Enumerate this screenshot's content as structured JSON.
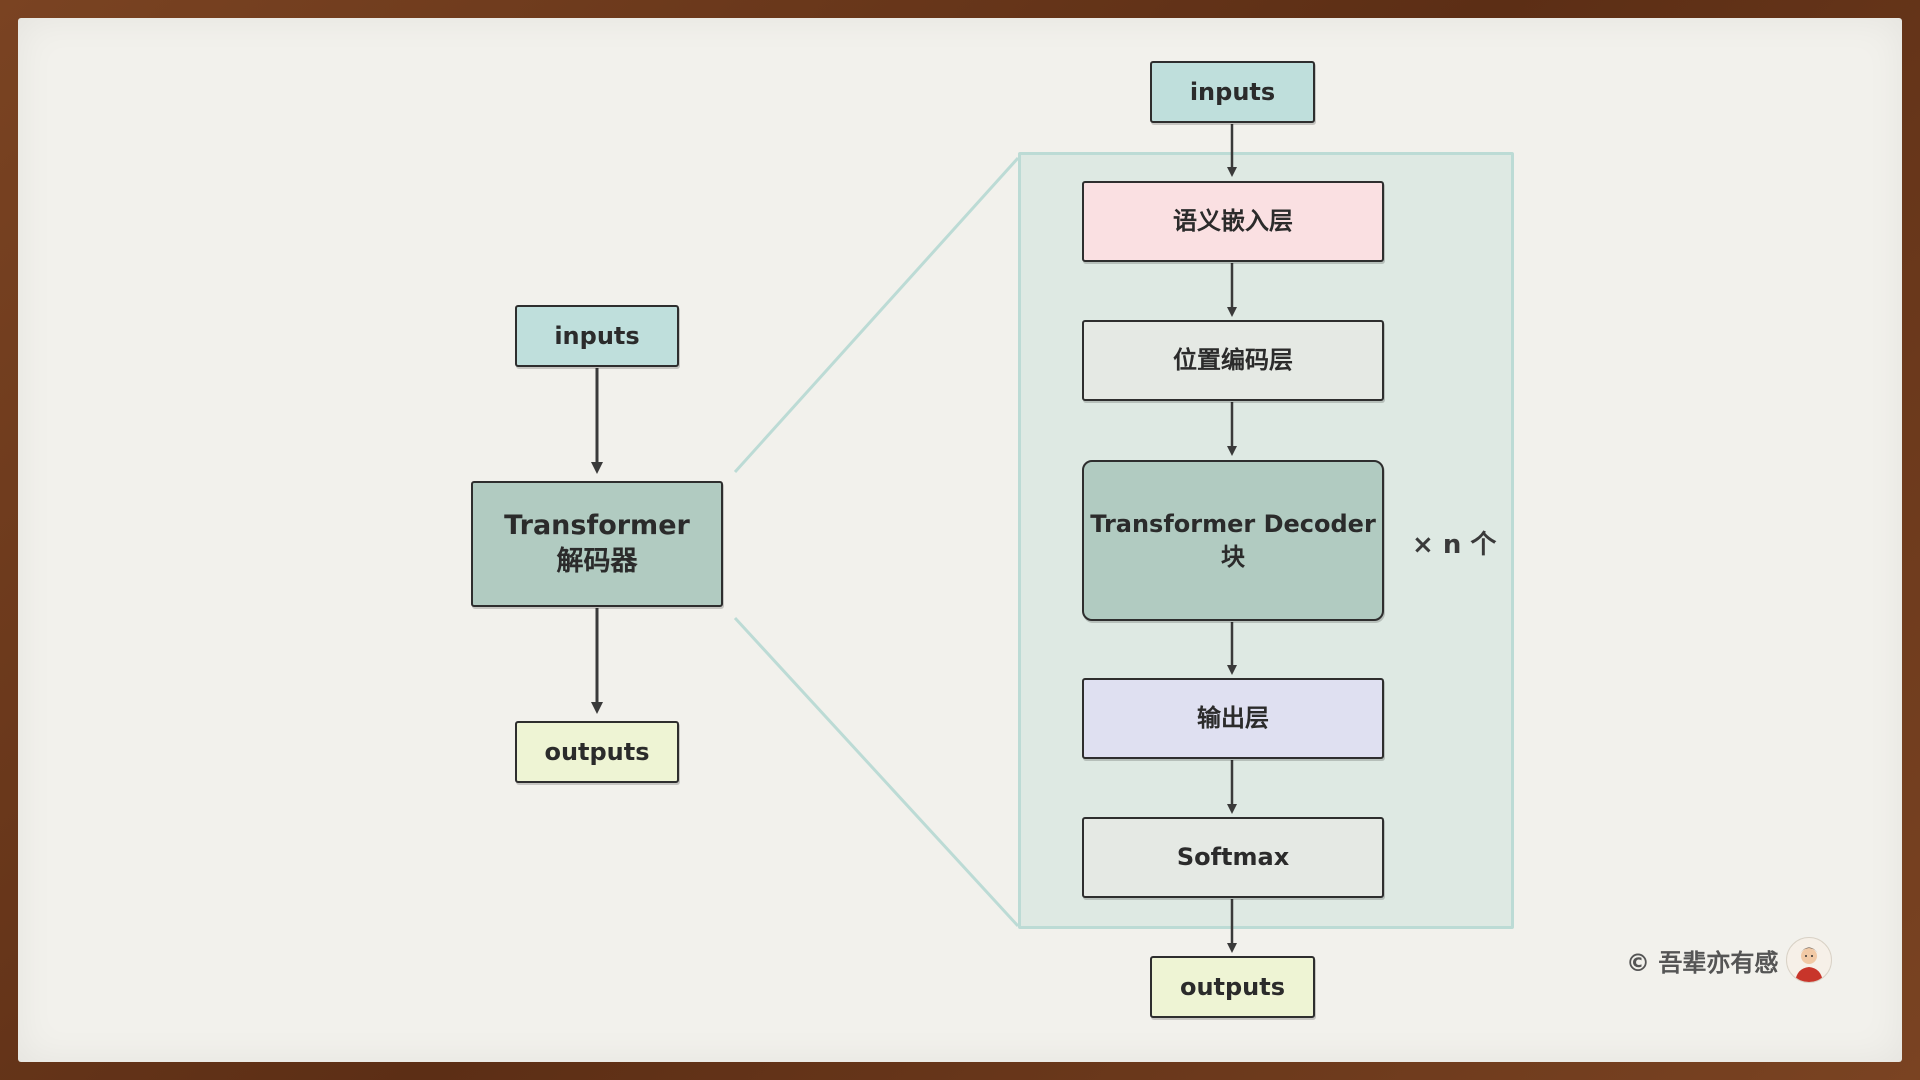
{
  "simple": {
    "input_label": "inputs",
    "block_label_line1": "Transformer",
    "block_label_line2": "解码器",
    "output_label": "outputs"
  },
  "detailed": {
    "input_label": "inputs",
    "embedding_label": "语义嵌入层",
    "position_label": "位置编码层",
    "decoder_block_label": "Transformer Decoder 块",
    "repeat_label": "× n 个",
    "output_layer_label": "输出层",
    "softmax_label": "Softmax",
    "output_label": "outputs"
  },
  "watermark": {
    "text": "© 吾辈亦有感"
  },
  "colors": {
    "io_input": "#bfdfdc",
    "io_output": "#eef4d4",
    "decoder": "#b1cbc1",
    "embedding": "#fae0e2",
    "neutral": "#e5e9e4",
    "output_layer": "#dfe0f1",
    "panel_border": "#bcdbd5"
  },
  "icons": [
    "avatar-icon"
  ]
}
